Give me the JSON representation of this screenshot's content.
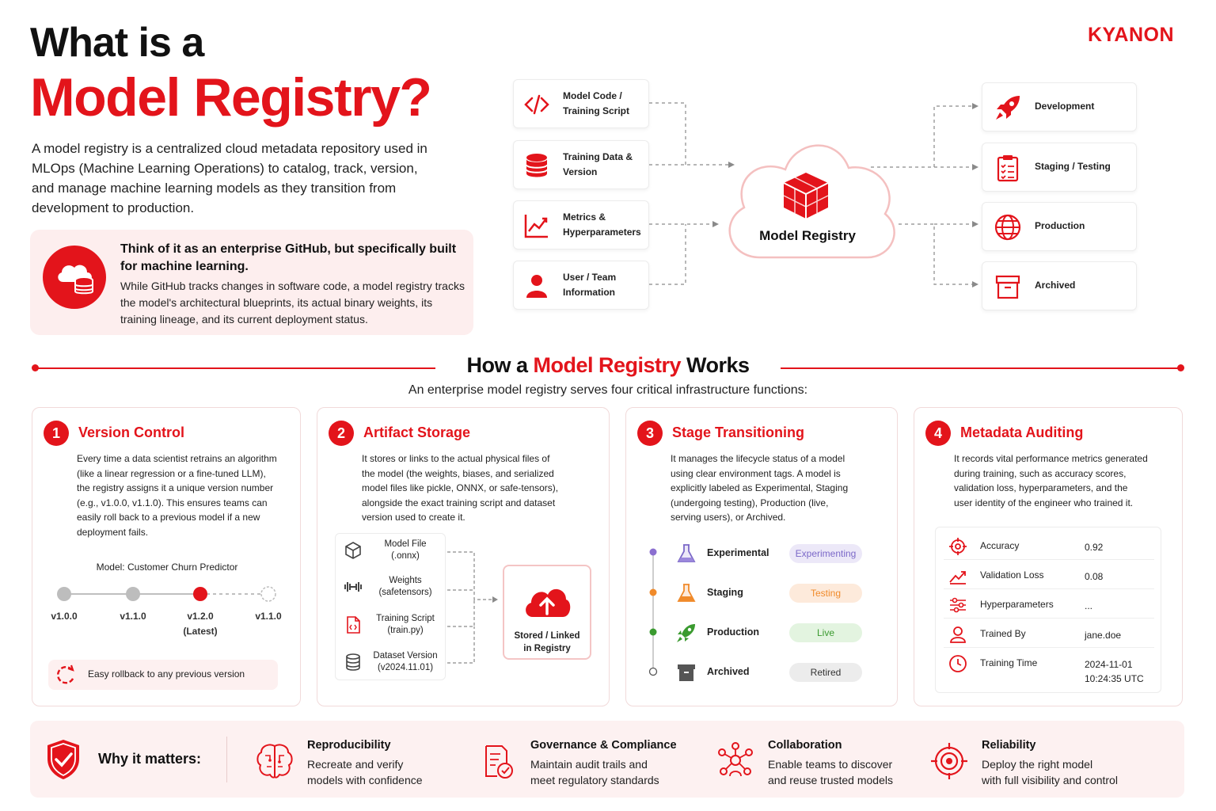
{
  "header": {
    "title_line1": "What is a",
    "title_line2": "Model Registry?",
    "logo": "KYANON",
    "intro": "A model registry is a centralized cloud metadata repository used in MLOps (Machine Learning Operations) to catalog, track, version, and manage machine learning models as they transition from development to production."
  },
  "callout": {
    "heading": "Think of it as an enterprise GitHub, but specifically built for machine learning.",
    "body": "While GitHub tracks changes in software code, a model registry tracks the model's architectural blueprints, its actual binary weights, its training lineage, and its current deployment status."
  },
  "flow": {
    "inputs": [
      {
        "label": "Model Code / Training Script",
        "icon": "code-icon"
      },
      {
        "label": "Training Data & Version",
        "icon": "database-icon"
      },
      {
        "label": "Metrics & Hyperparameters",
        "icon": "chart-icon"
      },
      {
        "label": "User / Team Information",
        "icon": "user-icon"
      }
    ],
    "center": "Model Registry",
    "outputs": [
      {
        "label": "Development",
        "icon": "rocket-icon"
      },
      {
        "label": "Staging / Testing",
        "icon": "clipboard-icon"
      },
      {
        "label": "Production",
        "icon": "globe-icon"
      },
      {
        "label": "Archived",
        "icon": "archive-icon"
      }
    ]
  },
  "section": {
    "title_a": "How a ",
    "title_b": "Model Registry",
    "title_c": " Works",
    "subtitle": "An enterprise model registry serves four critical infrastructure functions:"
  },
  "cards": [
    {
      "num": "1",
      "title": "Version Control",
      "body": [
        "Every time a data scientist retrains an algorithm",
        "(like a linear regression or a fine-tuned LLM),",
        "the registry assigns it a unique version number",
        "(e.g., v1.0.0, v1.1.0). This ensures teams can",
        "easily roll back to a previous model if a new",
        "deployment fails."
      ],
      "model_label": "Model: Customer Churn Predictor",
      "versions": [
        "v1.0.0",
        "v1.1.0",
        "v1.2.0",
        "v1.1.0"
      ],
      "latest": "(Latest)",
      "rollback": "Easy rollback to any previous version"
    },
    {
      "num": "2",
      "title": "Artifact Storage",
      "body": [
        "It stores or links to the actual physical files of",
        "the model (the weights, biases, and serialized",
        "model files like pickle, ONNX, or safe-tensors),",
        "alongside the exact training script and dataset",
        "version used to create it."
      ],
      "artifacts": [
        {
          "l1": "Model File",
          "l2": "(.onnx)"
        },
        {
          "l1": "Weights",
          "l2": "(safetensors)"
        },
        {
          "l1": "Training Script",
          "l2": "(train.py)"
        },
        {
          "l1": "Dataset Version",
          "l2": "(v2024.11.01)"
        }
      ],
      "stored_l1": "Stored / Linked",
      "stored_l2": "in Registry"
    },
    {
      "num": "3",
      "title": "Stage Transitioning",
      "body": [
        "It manages the lifecycle status of a model",
        "using clear environment tags. A model is",
        "explicitly labeled as Experimental, Staging",
        "(undergoing testing), Production (live,",
        "serving users), or Archived."
      ],
      "stages": [
        {
          "name": "Experimental",
          "pill": "Experimenting",
          "pill_bg": "#ece8f8",
          "pill_fg": "#7b68c8",
          "dot": "#8b6fd0"
        },
        {
          "name": "Staging",
          "pill": "Testing",
          "pill_bg": "#fdeadb",
          "pill_fg": "#f08a2a",
          "dot": "#f08a2a"
        },
        {
          "name": "Production",
          "pill": "Live",
          "pill_bg": "#e3f4e0",
          "pill_fg": "#3a9a2f",
          "dot": "#3a9a2f"
        },
        {
          "name": "Archived",
          "pill": "Retired",
          "pill_bg": "#ececec",
          "pill_fg": "#333333",
          "dot": "#ffffff"
        }
      ]
    },
    {
      "num": "4",
      "title": "Metadata Auditing",
      "body": [
        "It records vital performance metrics generated",
        "during training, such as accuracy scores,",
        "validation loss, hyperparameters, and the",
        "user identity of the engineer who trained it."
      ],
      "rows": [
        {
          "k": "Accuracy",
          "v": "0.92",
          "icon": "target-icon"
        },
        {
          "k": "Validation Loss",
          "v": "0.08",
          "icon": "trend-icon"
        },
        {
          "k": "Hyperparameters",
          "v": "...",
          "icon": "sliders-icon"
        },
        {
          "k": "Trained By",
          "v": "jane.doe",
          "icon": "person-icon"
        },
        {
          "k": "Training Time",
          "v": "2024-11-01",
          "v2": "10:24:35 UTC",
          "icon": "clock-icon"
        }
      ]
    }
  ],
  "why": {
    "title": "Why it matters:",
    "items": [
      {
        "t": "Reproducibility",
        "d1": "Recreate and verify",
        "d2": "models with confidence"
      },
      {
        "t": "Governance & Compliance",
        "d1": "Maintain audit trails and",
        "d2": "meet regulatory standards"
      },
      {
        "t": "Collaboration",
        "d1": "Enable teams to discover",
        "d2": "and reuse trusted models"
      },
      {
        "t": "Reliability",
        "d1": "Deploy the right model",
        "d2": "with full visibility and control"
      }
    ]
  },
  "colors": {
    "accent": "#e3141b",
    "tint": "#fdeeee"
  }
}
